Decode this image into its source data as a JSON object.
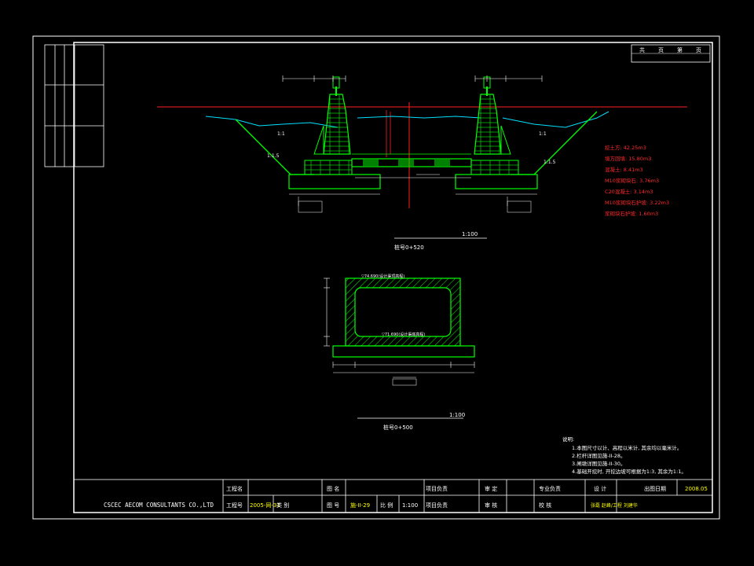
{
  "sheet": {
    "page_box": "共 页 第 页",
    "sheet_label": "共",
    "page_label": "页",
    "current_label": "第",
    "current_page_label": "页"
  },
  "section_a": {
    "scale": "1:100",
    "caption": "桩号0+520",
    "quantities": [
      "挖土方: 42.25m3",
      "填方回填: 15.80m3",
      "混凝土: 8.41m3",
      "M10浆砌块石: 3.76m3",
      "C20混凝土: 3.14m3",
      "M10浆砌块石护坡: 3.22m3",
      "浆砌块石护坡: 1.60m3"
    ],
    "quantities_color": "#ff2a2a",
    "ratio_left_1": "1:1",
    "ratio_left_2": "1:1.5",
    "ratio_right_1": "1:1",
    "ratio_right_2": "1:1.5"
  },
  "section_b": {
    "scale": "1:100",
    "caption": "桩号0+500",
    "top_level": "▽74.690(设计渠顶高程)",
    "bottom_level": "▽71.690(设计渠底高程)"
  },
  "notes": {
    "title": "说明:",
    "items": [
      "1.本图尺寸以计、高程以米计, 其余均以毫米计。",
      "2.栏杆详图见施-II-28。",
      "3.闸墩详图见施-II-30。",
      "4.基础开挖时, 开挖边坡可根据为1:3, 其余为1:1。"
    ]
  },
  "title_block": {
    "company": "CSCEC AECOM CONSULTANTS CO.,LTD",
    "project_name_label": "工程名",
    "project_no_label": "工程号",
    "project_no": "2005-网-31",
    "category_label": "类 别",
    "drawing_name_label": "图 名",
    "drawing_no_label": "图 号",
    "drawing_no": "施-II-29",
    "scale_label": "比 例",
    "scale_value": "1:100",
    "project_lead_label": "项目负责",
    "project_lead2_label": "项目负责",
    "review_label": "审 定",
    "audit_label": "审 核",
    "discipline_lead_label": "专业负责",
    "check_label": "校 核",
    "design_label": "设 计",
    "design_names": "张磊 赵峰/工程 刘建华",
    "date_label": "出图日期",
    "date_value": "2008.05"
  }
}
